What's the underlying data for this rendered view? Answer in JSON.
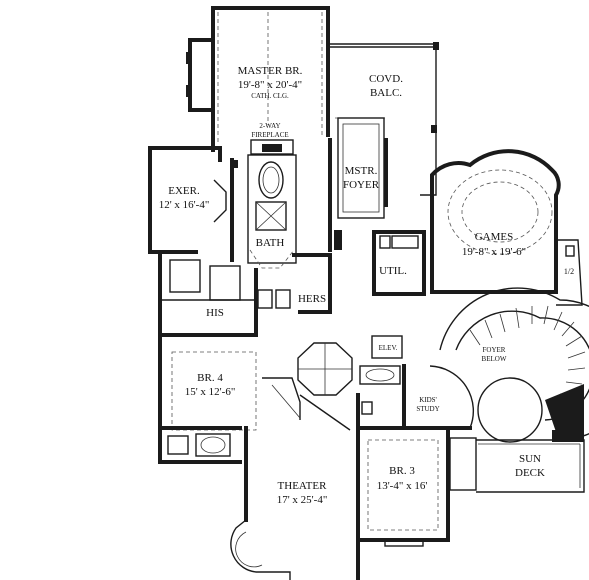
{
  "rooms": {
    "master_br": {
      "name": "MASTER BR.",
      "dims": "19'-8\" x 20'-4\"",
      "note": "CATH. CLG."
    },
    "covd_balc": {
      "line1": "COVD.",
      "line2": "BALC."
    },
    "fireplace": {
      "line1": "2-WAY",
      "line2": "FIREPLACE"
    },
    "mstr_foyer": {
      "line1": "MSTR.",
      "line2": "FOYER"
    },
    "exer": {
      "name": "EXER.",
      "dims": "12' x 16'-4\""
    },
    "bath": {
      "name": "BATH"
    },
    "games": {
      "name": "GAMES",
      "dims": "19'-8\" x 19'-6\""
    },
    "util": {
      "name": "UTIL."
    },
    "half_bath": {
      "name": "1/2"
    },
    "his": {
      "name": "HIS"
    },
    "hers": {
      "name": "HERS"
    },
    "elev": {
      "name": "ELEV."
    },
    "foyer_below": {
      "line1": "FOYER",
      "line2": "BELOW"
    },
    "br4": {
      "name": "BR. 4",
      "dims": "15' x 12'-6\""
    },
    "kids_study": {
      "line1": "KIDS'",
      "line2": "STUDY"
    },
    "theater": {
      "name": "THEATER",
      "dims": "17' x 25'-4\""
    },
    "br3": {
      "name": "BR. 3",
      "dims": "13'-4\" x 16'"
    },
    "sun_deck": {
      "line1": "SUN",
      "line2": "DECK"
    }
  }
}
